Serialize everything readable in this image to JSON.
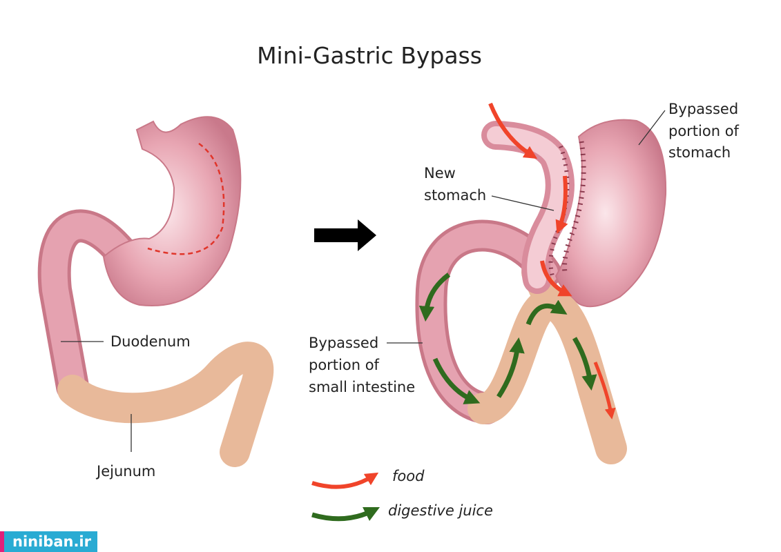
{
  "title": "Mini-Gastric Bypass",
  "labels": {
    "duodenum": "Duodenum",
    "jejunum": "Jejunum",
    "new_stomach": [
      "New",
      "stomach"
    ],
    "bypassed_stomach": [
      "Bypassed",
      "portion of",
      "stomach"
    ],
    "bypassed_intestine": [
      "Bypassed",
      "portion of",
      "small intestine"
    ]
  },
  "legend": {
    "food": "food",
    "digestive_juice": "digestive juice"
  },
  "colors": {
    "stomach": "#e39aa8",
    "intestine": "#e8b99a",
    "food_arrow": "#f0442a",
    "juice_arrow": "#2f6b1e",
    "watermark_bg": "#29abd3",
    "watermark_stripe": "#e0207a"
  },
  "watermark": "niniban.ir"
}
